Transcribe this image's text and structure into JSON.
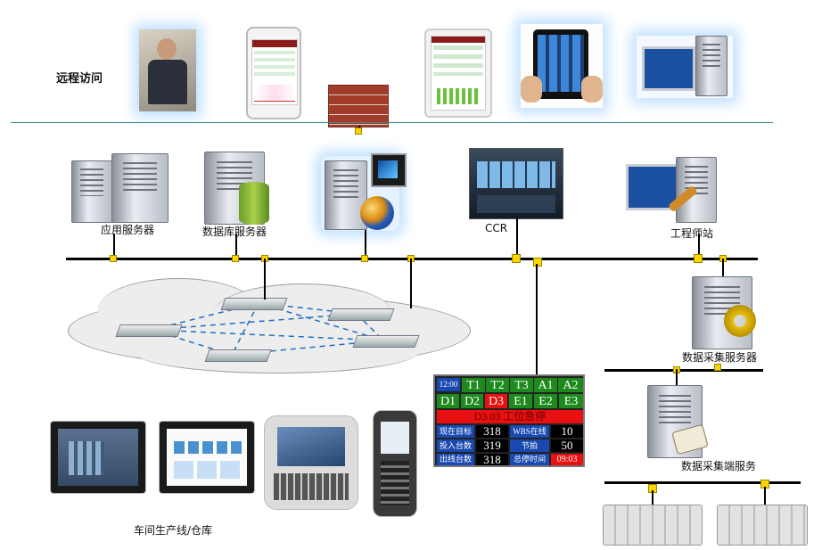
{
  "labels": {
    "remote_access": "远程访问",
    "app_server": "应用服务器",
    "db_server": "数据库服务器",
    "ccr": "CCR",
    "engineer_station": "工程师站",
    "data_collection_server": "数据采集服务器",
    "data_collection_client": "数据采集端服务",
    "workshop": "车间生产线/仓库"
  },
  "board": {
    "clock": "12:00",
    "row1": [
      "T1",
      "T2",
      "T3",
      "A1",
      "A2"
    ],
    "row2": [
      "D1",
      "D2",
      "D3",
      "E1",
      "E2",
      "E3"
    ],
    "alarm": "D3 03 工位急停",
    "rows": [
      {
        "k1": "现在目标",
        "v1": "318",
        "k2": "WBS在线",
        "v2": "10"
      },
      {
        "k1": "投入台数",
        "v1": "319",
        "k2": "节拍",
        "v2": "50"
      },
      {
        "k1": "出线台数",
        "v1": "318",
        "k2": "总停时间",
        "v2": "09:03"
      }
    ]
  },
  "colors": {
    "node": "#ffd400",
    "separator": "#3a8a8a",
    "board_green": "#1e8a1e",
    "board_red": "#e81010",
    "board_blue": "#1848b0"
  }
}
